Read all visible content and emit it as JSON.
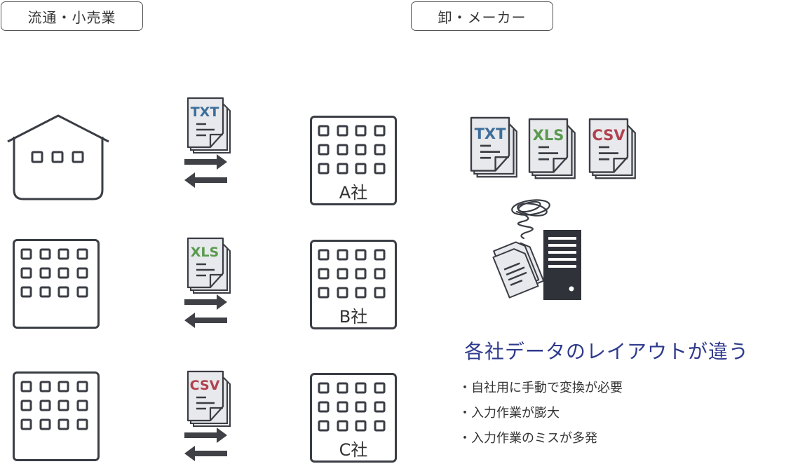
{
  "labels": {
    "left": "流通・小売業",
    "right": "卸・メーカー"
  },
  "companies": [
    "A社",
    "B社",
    "C社"
  ],
  "formats": [
    "TXT",
    "XLS",
    "CSV"
  ],
  "heading": "各社データのレイアウトが違う",
  "bullets": [
    "自社用に手動で変換が必要",
    "入力作業が膨大",
    "入力作業のミスが多発"
  ],
  "colors": {
    "txt": "#3d6e9a",
    "xls": "#5a9a4e",
    "csv": "#b0424e",
    "heading": "#2e3a8c",
    "line": "#3a3d44"
  },
  "icons": [
    "store-icon",
    "building-icon",
    "document-icon",
    "exchange-arrows-icon",
    "tangled-line-icon",
    "server-icon"
  ]
}
